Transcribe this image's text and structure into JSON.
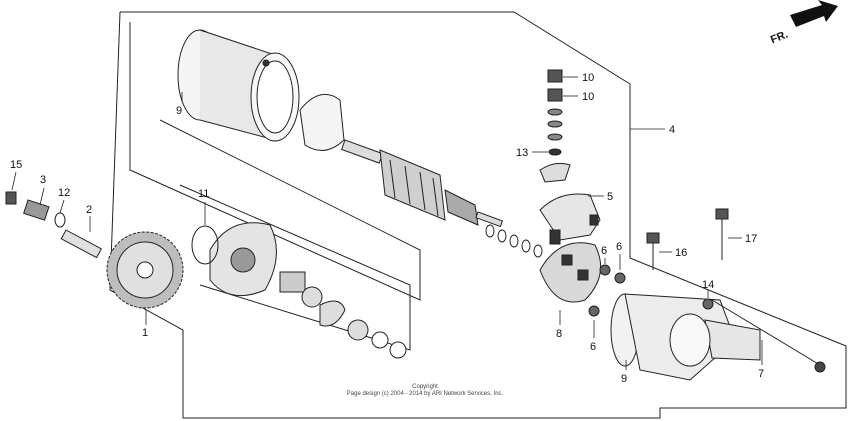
{
  "direction_label": "FR.",
  "callouts": [
    "1",
    "2",
    "3",
    "4",
    "5",
    "6",
    "6",
    "6",
    "7",
    "8",
    "9",
    "9",
    "10",
    "10",
    "11",
    "12",
    "13",
    "14",
    "15",
    "16",
    "17"
  ],
  "copyright": {
    "line1": "Copyright",
    "line2": "Page design (c) 2004 - 2014 by ARI Network Services, Inc."
  },
  "colors": {
    "ink": "#222222",
    "paper": "#ffffff"
  }
}
